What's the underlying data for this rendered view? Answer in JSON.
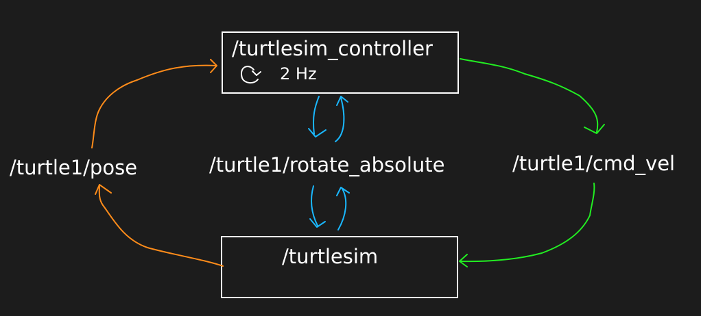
{
  "nodes": {
    "controller": {
      "label": "/turtlesim_controller",
      "rate": "2 Hz"
    },
    "turtlesim": {
      "label": "/turtlesim"
    }
  },
  "topics": {
    "pose": "/turtle1/pose",
    "cmd_vel": "/turtle1/cmd_vel"
  },
  "services": {
    "rotate_absolute": "/turtle1/rotate_absolute"
  },
  "colors": {
    "background": "#1c1c1c",
    "box_stroke": "#ffffff",
    "text": "#ffffff",
    "pose_arrow": "#ff8c1a",
    "cmd_vel_arrow": "#22ee22",
    "service_arrow": "#1ab8ff"
  }
}
